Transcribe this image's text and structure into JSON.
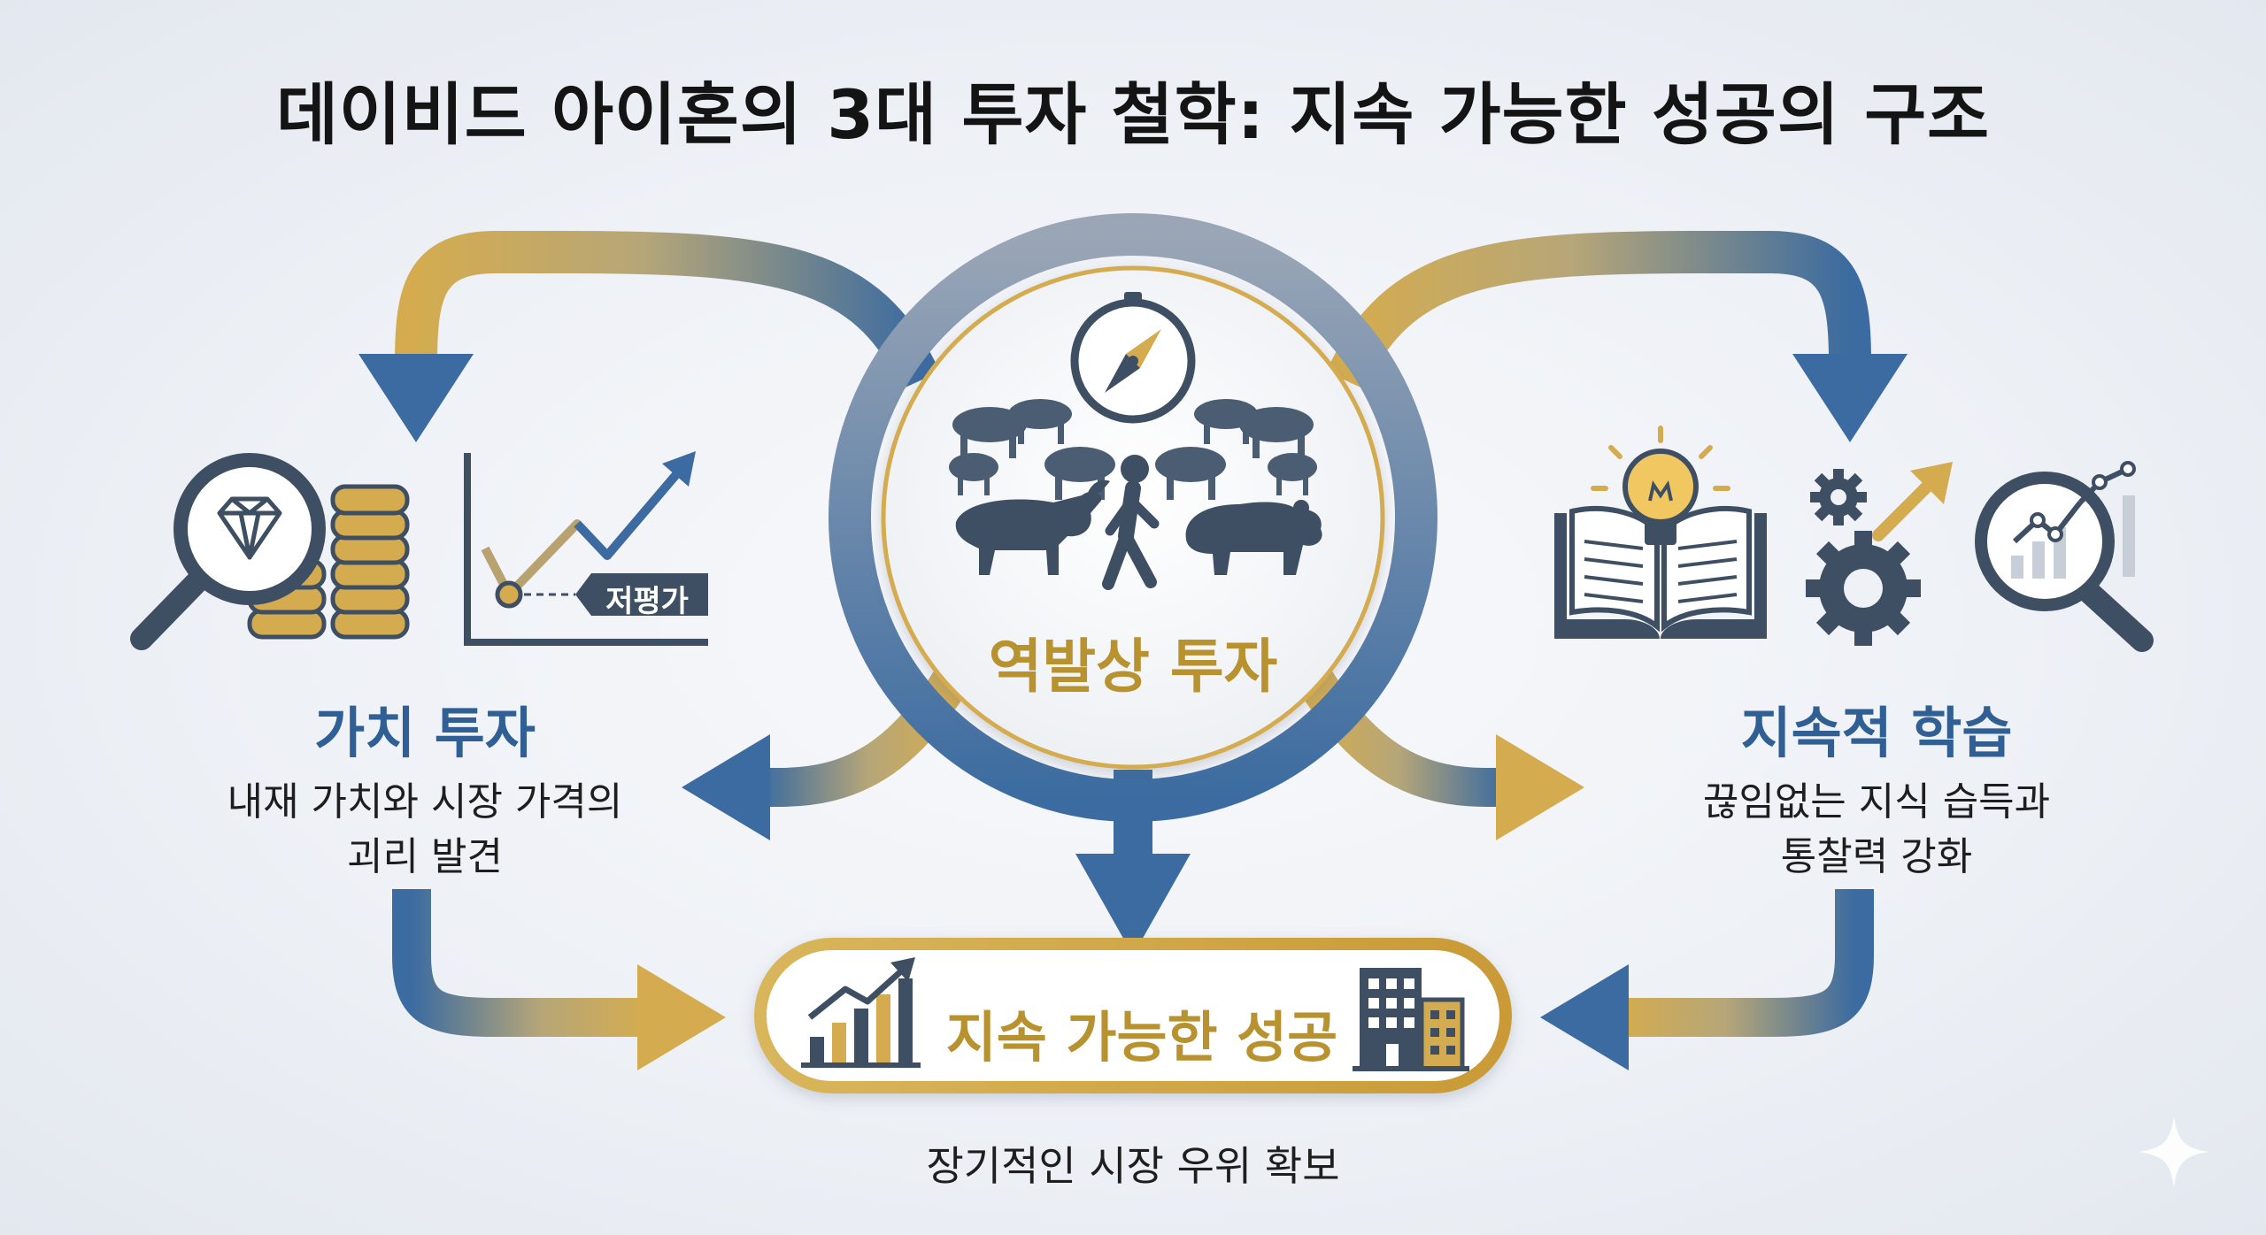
{
  "title": "데이비드 아이혼의 3대 투자 철학: 지속 가능한 성공의 구조",
  "center": {
    "label": "역발상 투자"
  },
  "left": {
    "heading": "가치 투자",
    "desc_line1": "내재 가치와 시장 가격의",
    "desc_line2": "괴리 발견",
    "chart_tag": "저평가"
  },
  "right": {
    "heading": "지속적 학습",
    "desc_line1": "끊임없는 지식 습득과",
    "desc_line2": "통찰력 강화"
  },
  "bottom": {
    "label": "지속 가능한 성공",
    "desc": "장기적인 시장 우위 확보"
  },
  "colors": {
    "blue": "#3b6ba0",
    "gold": "#d4ac4f",
    "navy": "#3e4f63",
    "gray": "#8d9aab"
  },
  "icons": [
    "compass-icon",
    "bull-icon",
    "bear-icon",
    "walking-person-icon",
    "magnifier-diamond-icon",
    "coin-stack-icon",
    "trend-chart-icon",
    "open-book-icon",
    "lightbulb-icon",
    "gear-icon",
    "growth-arrow-icon",
    "magnifier-chart-icon",
    "bar-chart-icon",
    "buildings-icon",
    "sparkle-icon"
  ]
}
